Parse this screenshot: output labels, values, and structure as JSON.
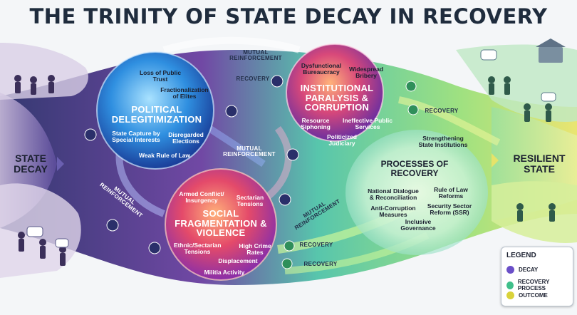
{
  "title": "THE TRINITY OF STATE DECAY IN RECOVERY",
  "left_label": "STATE DECAY",
  "right_label": "RESILIENT STATE",
  "nodes": {
    "political": {
      "title": "POLITICAL DELEGITIMIZATION",
      "items": [
        "Loss of Public Trust",
        "Fractionalization of Elites",
        "State Capture by Special Interests",
        "Disregarded Elections",
        "Weak Rule of Law"
      ]
    },
    "institutional": {
      "title": "INSTITUTIONAL PARALYSIS & CORRUPTION",
      "items": [
        "Dysfunctional Bureaucracy",
        "Widespread Bribery",
        "Resource Siphoning",
        "Ineffective Public Services",
        "Politicized Judiciary"
      ]
    },
    "social": {
      "title": "SOCIAL FRAGMENTATION & VIOLENCE",
      "items": [
        "Armed Conflict/ Insurgency",
        "Sectarian Tensions",
        "Ethnic/Sectarian Tensions",
        "High Crime Rates",
        "Displacement",
        "Militia Activity"
      ]
    },
    "recovery": {
      "title": "PROCESSES OF RECOVERY",
      "items": [
        "Strengthening State Institutions",
        "National Dialogue & Reconciliation",
        "Rule of Law Reforms",
        "Anti-Corruption Measures",
        "Security Sector Reform (SSR)",
        "Inclusive Governance"
      ]
    }
  },
  "arrows": {
    "mutual_top": "MUTUAL REINFORCEMENT",
    "mutual_center": "MUTUAL REINFORCEMENT",
    "mutual_left": "MUTUAL REINFORCEMENT",
    "mutual_right": "MUTUAL REINFORCEMENT",
    "recovery_1": "RECOVERY",
    "recovery_2": "RECOVERY",
    "recovery_3": "RECOVERY",
    "recovery_4": "RECOVERY"
  },
  "legend": {
    "title": "LEGEND",
    "items": [
      {
        "label": "DECAY",
        "color": "#6a4fc8"
      },
      {
        "label": "RECOVERY PROCESS",
        "color": "#3fbf8a"
      },
      {
        "label": "OUTCOME",
        "color": "#d9d23a"
      }
    ]
  },
  "colors": {
    "political": "#2c8fe0",
    "institutional": "#d25a8a",
    "social": "#e8506a",
    "recovery_flow": "#7fdc7a",
    "decay_flow": "#3a3f8a"
  }
}
